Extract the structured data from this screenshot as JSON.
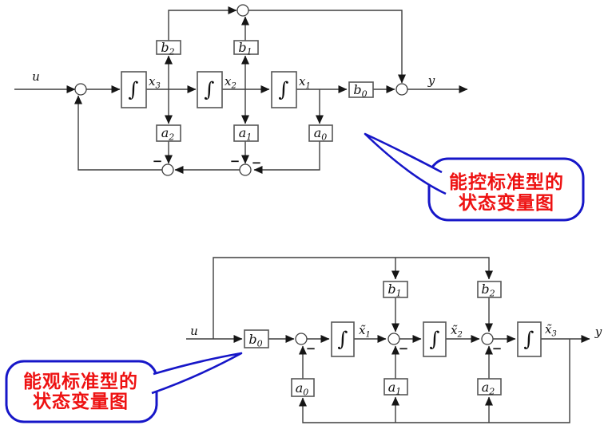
{
  "colors": {
    "diagram_line": "#3f3f3f",
    "box_border": "#565656",
    "arrow_fill": "#161616",
    "bubble_border": "#1616c8",
    "bubble_text": "#ee1212"
  },
  "symbols": {
    "integrator": "∫",
    "minus": "−"
  },
  "top_diagram": {
    "title_semantic": "controllable canonical form state variable diagram",
    "input_label": "u",
    "output_label": "y",
    "states": [
      {
        "base": "x",
        "sub": "3"
      },
      {
        "base": "x",
        "sub": "2"
      },
      {
        "base": "x",
        "sub": "1"
      }
    ],
    "feedforward_gains": [
      {
        "base": "b",
        "sub": "2"
      },
      {
        "base": "b",
        "sub": "1"
      },
      {
        "base": "b",
        "sub": "0"
      }
    ],
    "feedback_gains": [
      {
        "base": "a",
        "sub": "2"
      },
      {
        "base": "a",
        "sub": "1"
      },
      {
        "base": "a",
        "sub": "0"
      }
    ],
    "callout": {
      "line1": "能控标准型的",
      "line2": "状态变量图"
    }
  },
  "bottom_diagram": {
    "title_semantic": "observable canonical form state variable diagram",
    "input_label": "u",
    "output_label": "y",
    "input_gain": {
      "base": "b",
      "sub": "0"
    },
    "states": [
      {
        "base": "x̃",
        "sub": "1"
      },
      {
        "base": "x̃",
        "sub": "2"
      },
      {
        "base": "x̃",
        "sub": "3"
      }
    ],
    "feedforward_gains": [
      {
        "base": "b",
        "sub": "1"
      },
      {
        "base": "b",
        "sub": "2"
      }
    ],
    "feedback_gains": [
      {
        "base": "a",
        "sub": "0"
      },
      {
        "base": "a",
        "sub": "1"
      },
      {
        "base": "a",
        "sub": "2"
      }
    ],
    "callout": {
      "line1": "能观标准型的",
      "line2": "状态变量图"
    }
  }
}
